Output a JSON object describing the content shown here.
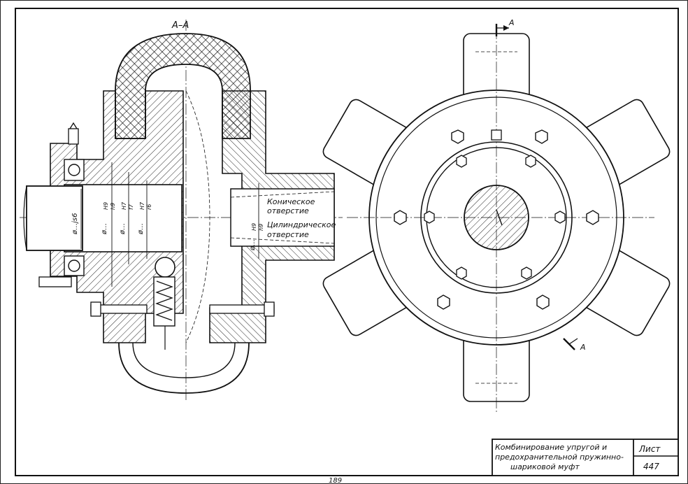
{
  "drawing": {
    "section_label": "А–А",
    "cut_label_top": "А",
    "cut_label_bottom": "А",
    "notes": {
      "conical": [
        "Коническое",
        "отверстие"
      ],
      "cylindrical": [
        "Цилиндрическое",
        "отверстие"
      ]
    },
    "dimensions": {
      "d_js6": "ø…js6",
      "d_h9": "ø…",
      "d_h9_fit": [
        "H9",
        "h9"
      ],
      "d_h7f7": "ø…",
      "d_h7f7_fit": [
        "H7",
        "f7"
      ],
      "d_h7r6": "ø…",
      "d_h7r6_fit": [
        "H7",
        "r6"
      ],
      "d_right": "ø…",
      "d_right_fit": [
        "H9",
        "h9"
      ]
    }
  },
  "title_block": {
    "title": [
      "Комбинирование упругой и",
      "предохранительной пружинно-",
      "шариковой муфт"
    ],
    "sheet_caption": "Лист",
    "sheet_number": "447"
  },
  "page_number": "189"
}
